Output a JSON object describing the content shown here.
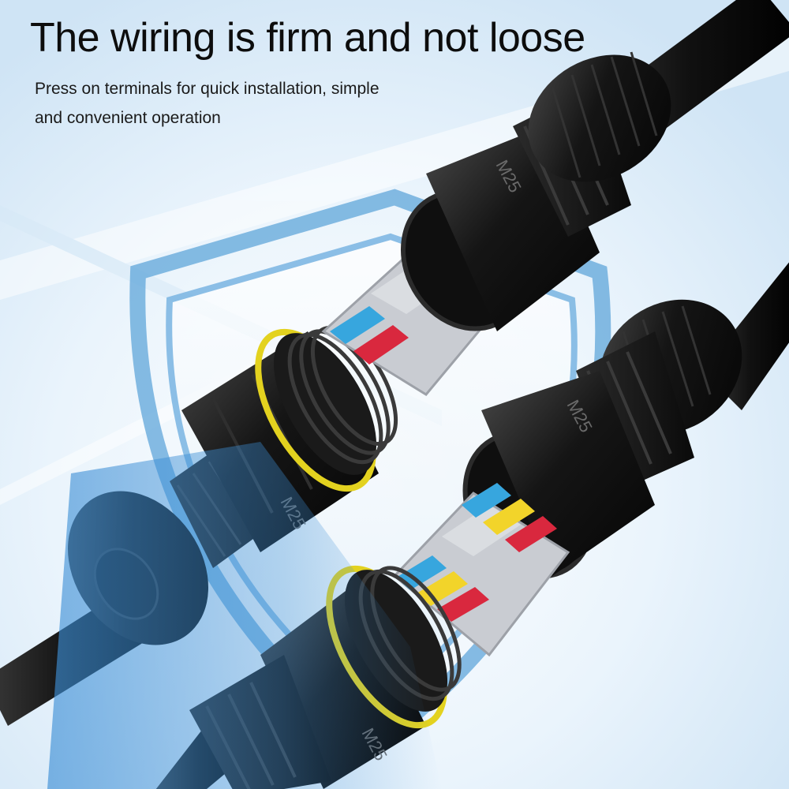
{
  "headline": "The wiring is firm and not loose",
  "subtext": {
    "line1": "Press on terminals for quick installation, simple",
    "line2": "and convenient operation"
  },
  "product": {
    "gland_size_marking": "M25",
    "terminal_colors": {
      "blue": "#37a6de",
      "red": "#d9283e",
      "yellow": "#f2d42a",
      "grey_housing": "#c9ccd2"
    },
    "seal_ring_color": "#e3d21f",
    "background_color": "#e9f3fb",
    "shield_color": "#5fa6da"
  }
}
